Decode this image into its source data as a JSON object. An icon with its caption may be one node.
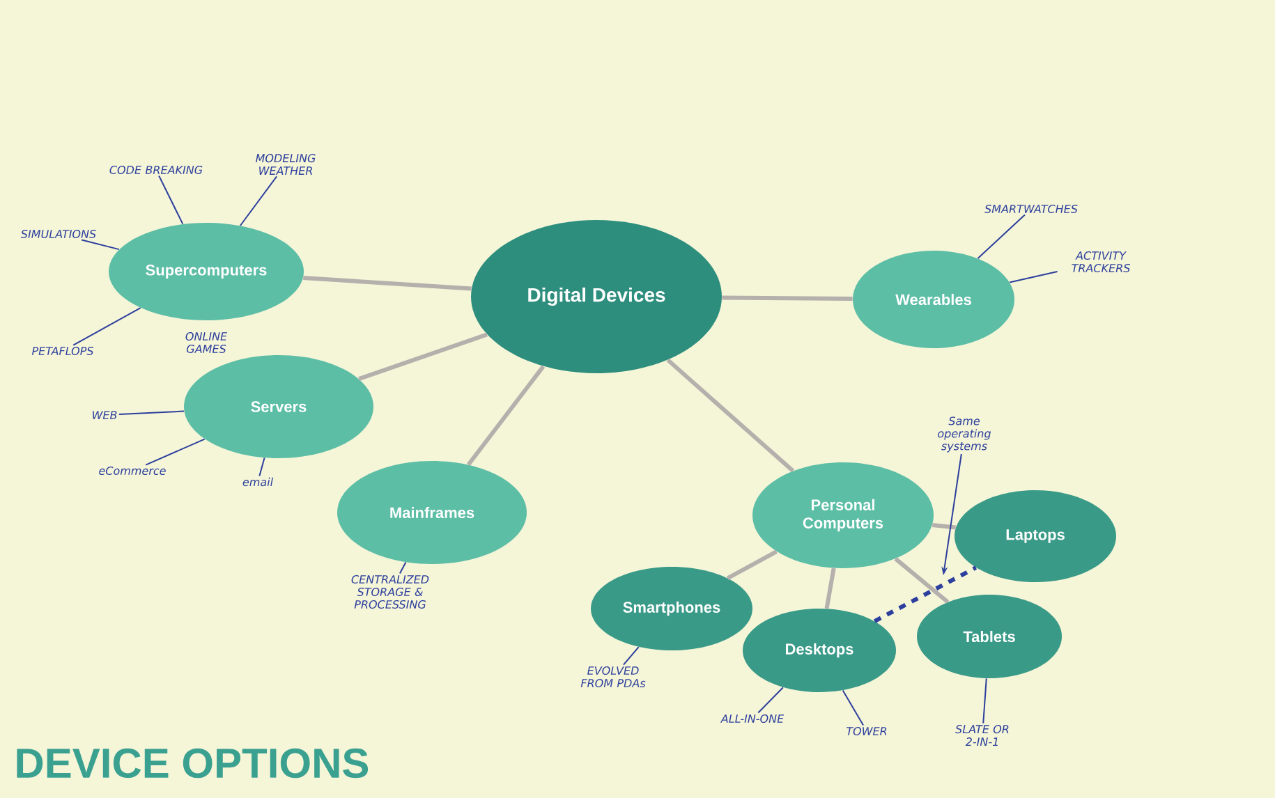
{
  "diagram": {
    "title": "DEVICE OPTIONS",
    "nodes": [
      {
        "text": [
          "Digital Devices"
        ]
      },
      {
        "text": [
          "Supercomputers"
        ]
      },
      {
        "text": [
          "Servers"
        ]
      },
      {
        "text": [
          "Mainframes"
        ]
      },
      {
        "text": [
          "Wearables"
        ]
      },
      {
        "text": [
          "Personal Computers"
        ]
      },
      {
        "text": [
          "Laptops"
        ]
      },
      {
        "text": [
          "Smartphones"
        ]
      },
      {
        "text": [
          "Desktops"
        ]
      },
      {
        "text": [
          "Tablets"
        ]
      },
      {
        "text": [
          "CODE BREAKING"
        ]
      },
      {
        "text": [
          "MODELING WEATHER"
        ]
      },
      {
        "text": [
          "SIMULATIONS"
        ]
      },
      {
        "text": [
          "PETAFLOPS"
        ]
      },
      {
        "text": [
          "WEB"
        ]
      },
      {
        "text": [
          "eCommerce"
        ]
      },
      {
        "text": [
          "email"
        ]
      },
      {
        "text": [
          "SMARTWATCHES"
        ]
      },
      {
        "text": [
          "ACTIVITY TRACKERS"
        ]
      },
      {
        "text": [
          "CENTRALIZED STORAGE & PROCESSING"
        ]
      },
      {
        "text": [
          "EVOLVED FROM PDAs"
        ]
      },
      {
        "text": [
          "ALL-IN-ONE"
        ]
      },
      {
        "text": [
          "TOWER"
        ]
      },
      {
        "text": [
          "SLATE OR 2-IN-1"
        ]
      },
      {
        "text": [
          "Same operating systems"
        ]
      }
    ],
    "edges": [
      {
        "from": 0,
        "to": 1,
        "arrow": "none",
        "style": "thick",
        "color": "#b5b0ac"
      },
      {
        "from": 0,
        "to": 2,
        "arrow": "none",
        "style": "thick",
        "color": "#b5b0ac"
      },
      {
        "from": 0,
        "to": 3,
        "arrow": "none",
        "style": "thick",
        "color": "#b5b0ac"
      },
      {
        "from": 0,
        "to": 4,
        "arrow": "none",
        "style": "thick",
        "color": "#b5b0ac"
      },
      {
        "from": 0,
        "to": 5,
        "arrow": "none",
        "style": "thick",
        "color": "#b5b0ac"
      },
      {
        "from": 5,
        "to": 6,
        "arrow": "none",
        "style": "thick",
        "color": "#b5b0ac"
      },
      {
        "from": 5,
        "to": 7,
        "arrow": "none",
        "style": "thick",
        "color": "#b5b0ac"
      },
      {
        "from": 5,
        "to": 8,
        "arrow": "none",
        "style": "thick",
        "color": "#b5b0ac"
      },
      {
        "from": 5,
        "to": 9,
        "arrow": "none",
        "style": "thick",
        "color": "#b5b0ac"
      },
      {
        "from": 8,
        "to": 6,
        "arrow": "none",
        "style": "dashed"
      },
      {
        "from": 10,
        "to": 1,
        "arrow": "none"
      },
      {
        "from": 11,
        "to": 1,
        "arrow": "none"
      },
      {
        "from": 12,
        "to": 1,
        "arrow": "none"
      },
      {
        "from": 13,
        "to": 1,
        "arrow": "none"
      },
      {
        "from": 14,
        "to": 2,
        "arrow": "none"
      },
      {
        "from": 15,
        "to": 2,
        "arrow": "none"
      },
      {
        "from": 16,
        "to": 2,
        "arrow": "none"
      },
      {
        "from": 17,
        "to": 4,
        "arrow": "none"
      },
      {
        "from": 18,
        "to": 4,
        "arrow": "none"
      },
      {
        "from": 19,
        "to": 3,
        "arrow": "none"
      },
      {
        "from": 20,
        "to": 7,
        "arrow": "none"
      },
      {
        "from": 21,
        "to": 8,
        "arrow": "none"
      },
      {
        "from": 22,
        "to": 8,
        "arrow": "none"
      },
      {
        "from": 23,
        "to": 9,
        "arrow": "none"
      },
      {
        "from": 24,
        "to": null,
        "arrow": "to"
      }
    ],
    "labels": [
      "ONLINE GAMES"
    ]
  }
}
